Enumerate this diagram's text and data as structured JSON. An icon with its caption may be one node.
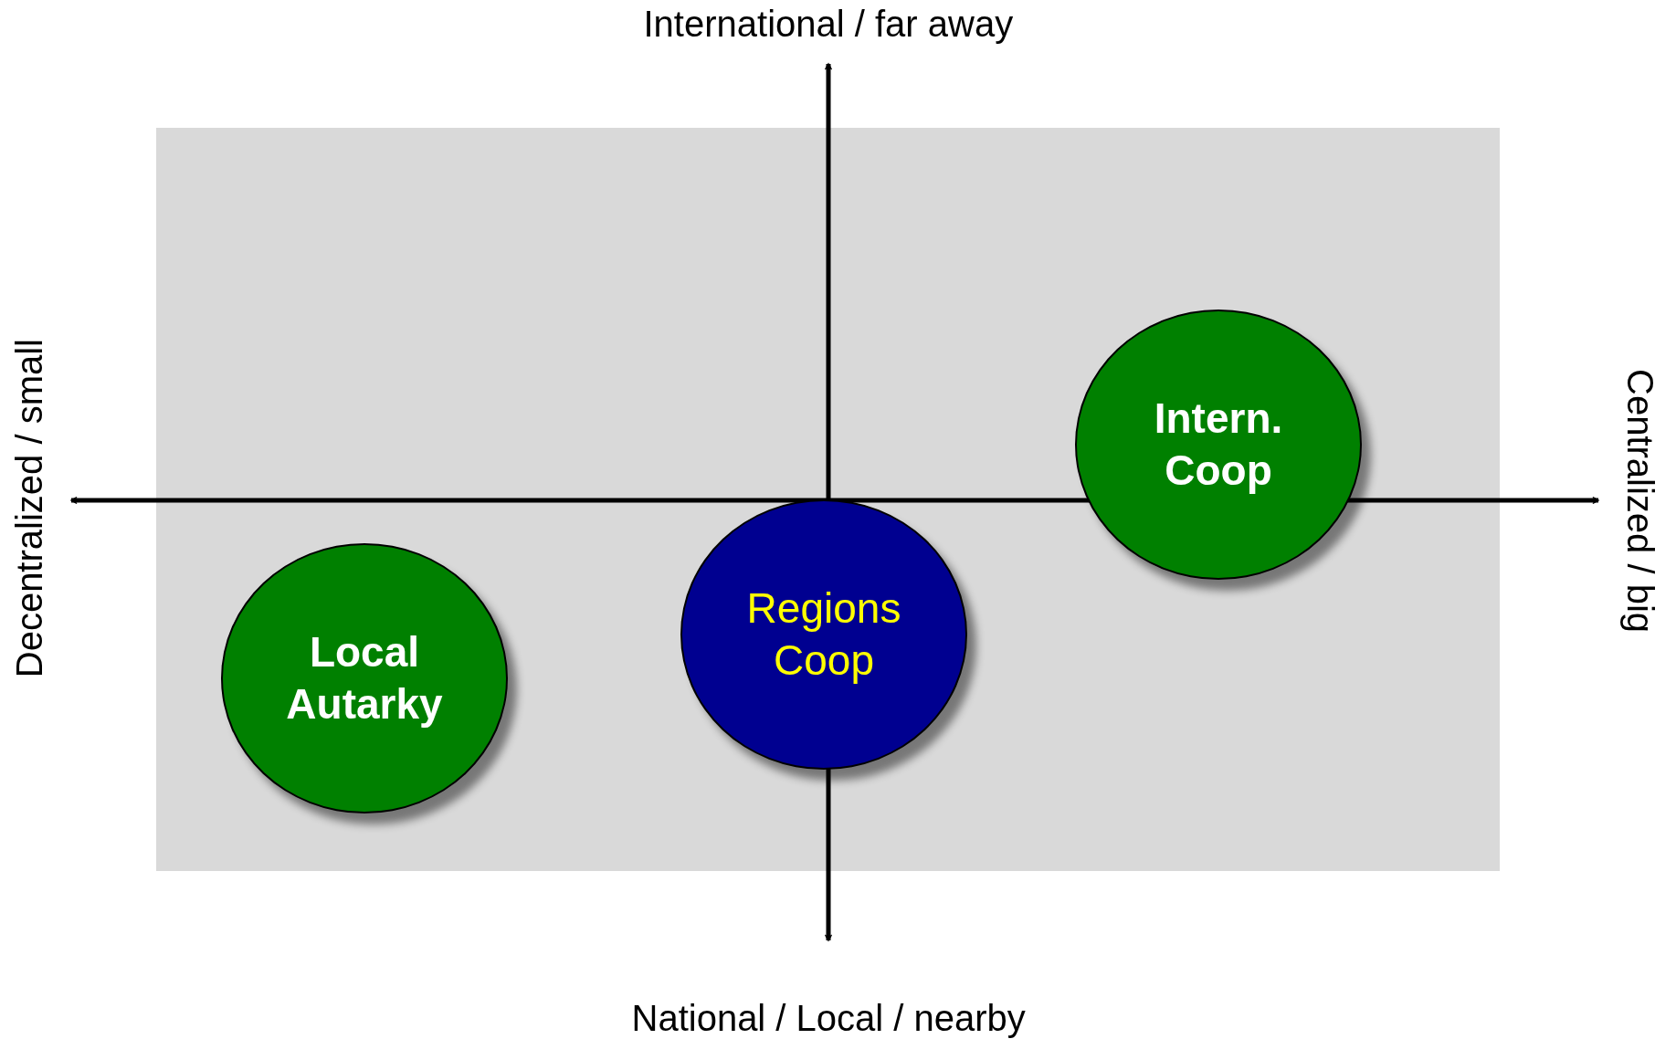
{
  "diagram": {
    "nodes": [
      {
        "text": [
          "Local Autarky"
        ]
      },
      {
        "text": [
          "Regions Coop"
        ]
      },
      {
        "text": [
          "Intern. Coop"
        ]
      }
    ],
    "edges": [],
    "labels": [
      "International / far away",
      "Decentralized / small",
      "Centralized / big",
      "National / Local / nearby"
    ]
  }
}
